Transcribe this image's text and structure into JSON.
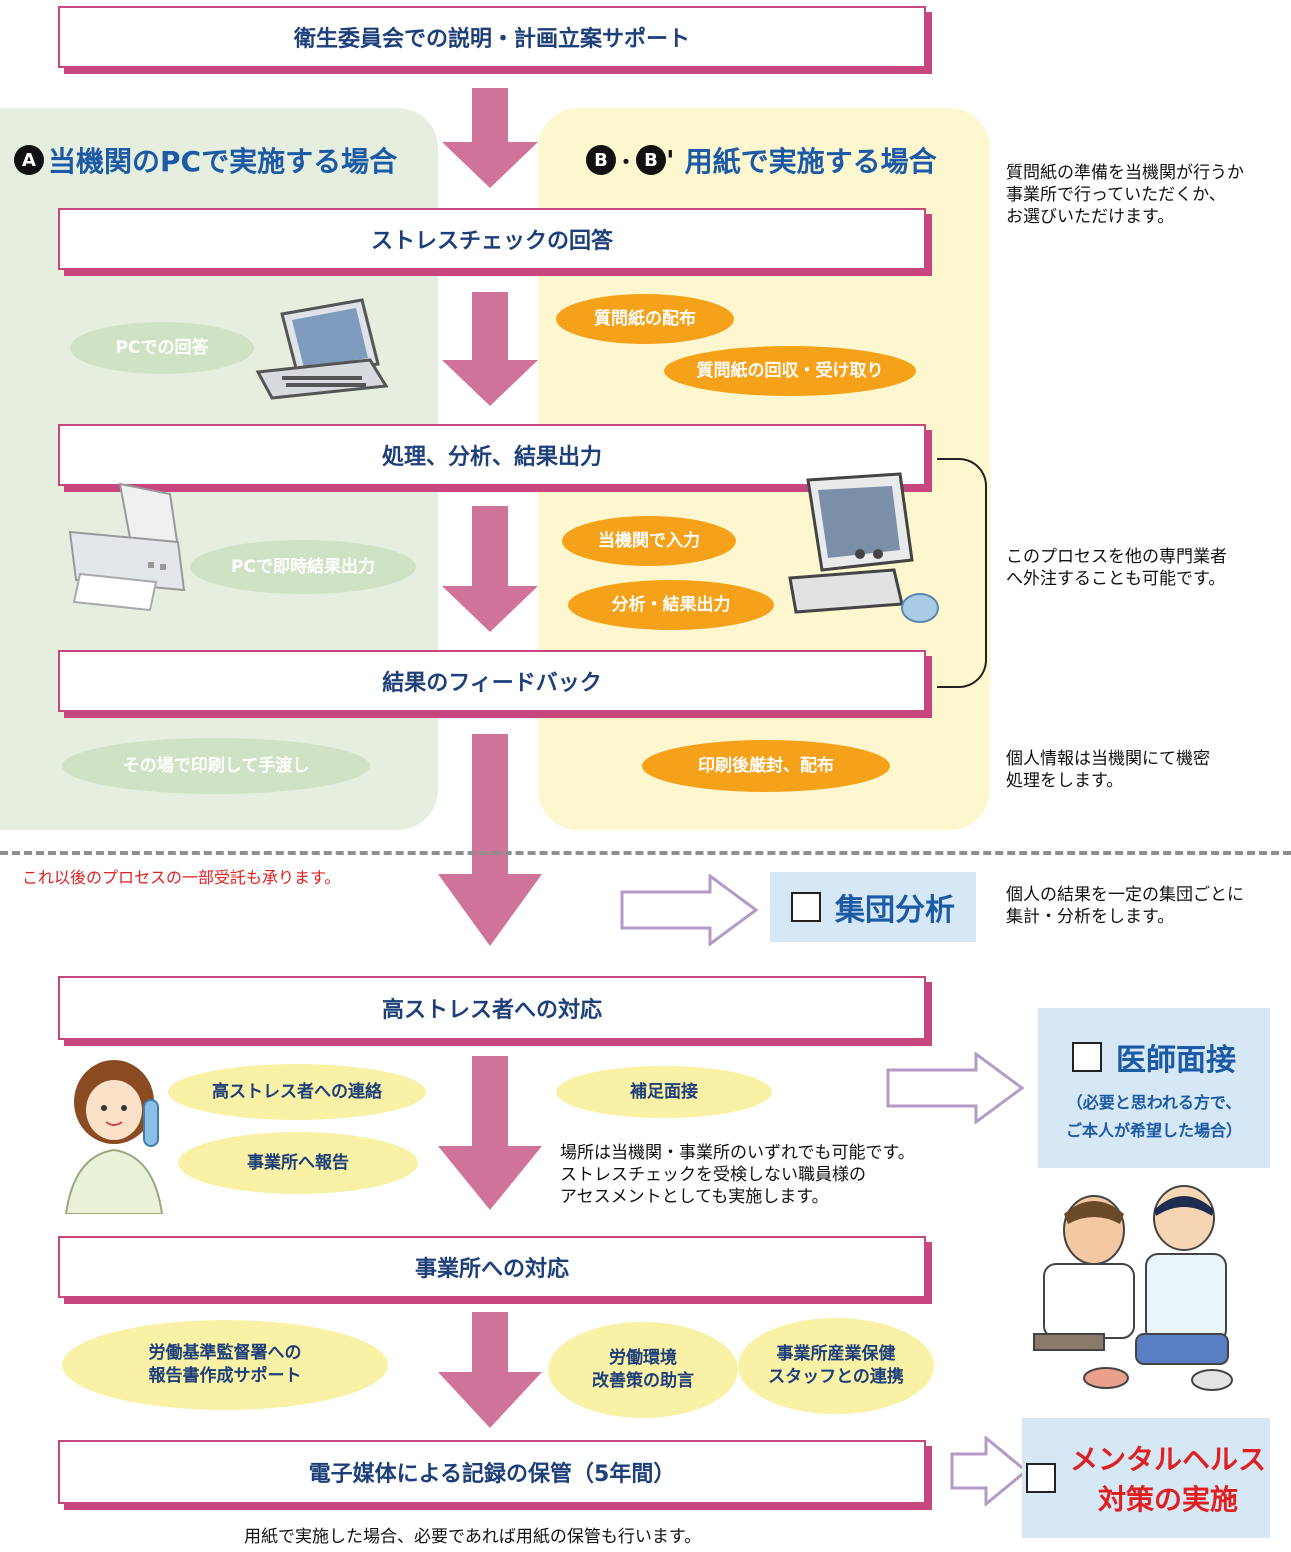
{
  "steps": {
    "s1": "衛生委員会での説明・計画立案サポート",
    "s2": "ストレスチェックの回答",
    "s3": "処理、分析、結果出力",
    "s4": "結果のフィードバック",
    "s5": "高ストレス者への対応",
    "s6": "事業所への対応",
    "s7": "電子媒体による記録の保管（5年間）"
  },
  "sections": {
    "a_badge": "A",
    "a_title": "当機関のPCで実施する場合",
    "b_badge1": "B",
    "b_sep": "・",
    "b_badge2": "B",
    "b_prime": "'",
    "b_title": "用紙で実施する場合"
  },
  "pills": {
    "pc_answer": "PCでの回答",
    "pc_output": "PCで即時結果出力",
    "onsite_print": "その場で印刷して手渡し",
    "distribute": "質問紙の配布",
    "collect": "質問紙の回収・受け取り",
    "input": "当機関で入力",
    "analysis": "分析・結果出力",
    "seal": "印刷後厳封、配布",
    "contact": "高ストレス者への連絡",
    "report": "事業所へ報告",
    "interview": "補足面接",
    "labor_report_1": "労働基準監督署への",
    "labor_report_2": "報告書作成サポート",
    "env_1": "労働環境",
    "env_2": "改善策の助言",
    "staff_1": "事業所産業保健",
    "staff_2": "スタッフとの連携"
  },
  "notes": {
    "prep_1": "質問紙の準備を当機関が行うか",
    "prep_2": "事業所で行っていただくか、",
    "prep_3": "お選びいただけます。",
    "outsource_1": "このプロセスを他の専門業者",
    "outsource_2": "へ外注することも可能です。",
    "privacy_1": "個人情報は当機関にて機密",
    "privacy_2": "処理をします。",
    "partial": "これ以後のプロセスの一部受託も承ります。",
    "group_1": "個人の結果を一定の集団ごとに",
    "group_2": "集計・分析をします。",
    "place_1": "場所は当機関・事業所のいずれでも可能です。",
    "place_2": "ストレスチェックを受検しない職員様の",
    "place_3": "アセスメントとしても実施します。",
    "paper": "用紙で実施した場合、必要であれば用紙の保管も行います。"
  },
  "boxes": {
    "group": "集団分析",
    "doctor": "医師面接",
    "doctor_sub_1": "（必要と思われる方で、",
    "doctor_sub_2": "ご本人が希望した場合）",
    "mental_1": "メンタルヘルス",
    "mental_2": "対策の実施"
  },
  "colors": {
    "accent": "#c8467e",
    "arrow": "#d0739b",
    "title_blue": "#1c5aa6",
    "orange": "#f5a11a",
    "green_panel": "#e6efdf",
    "yellow_panel": "#fdf7cf",
    "blue_box": "#d6e8f6",
    "red_text": "#e02020"
  },
  "icons": [
    "laptop-icon",
    "printer-icon",
    "desktop-computer-icon",
    "operator-woman-icon",
    "doctor-consultation-icon"
  ]
}
